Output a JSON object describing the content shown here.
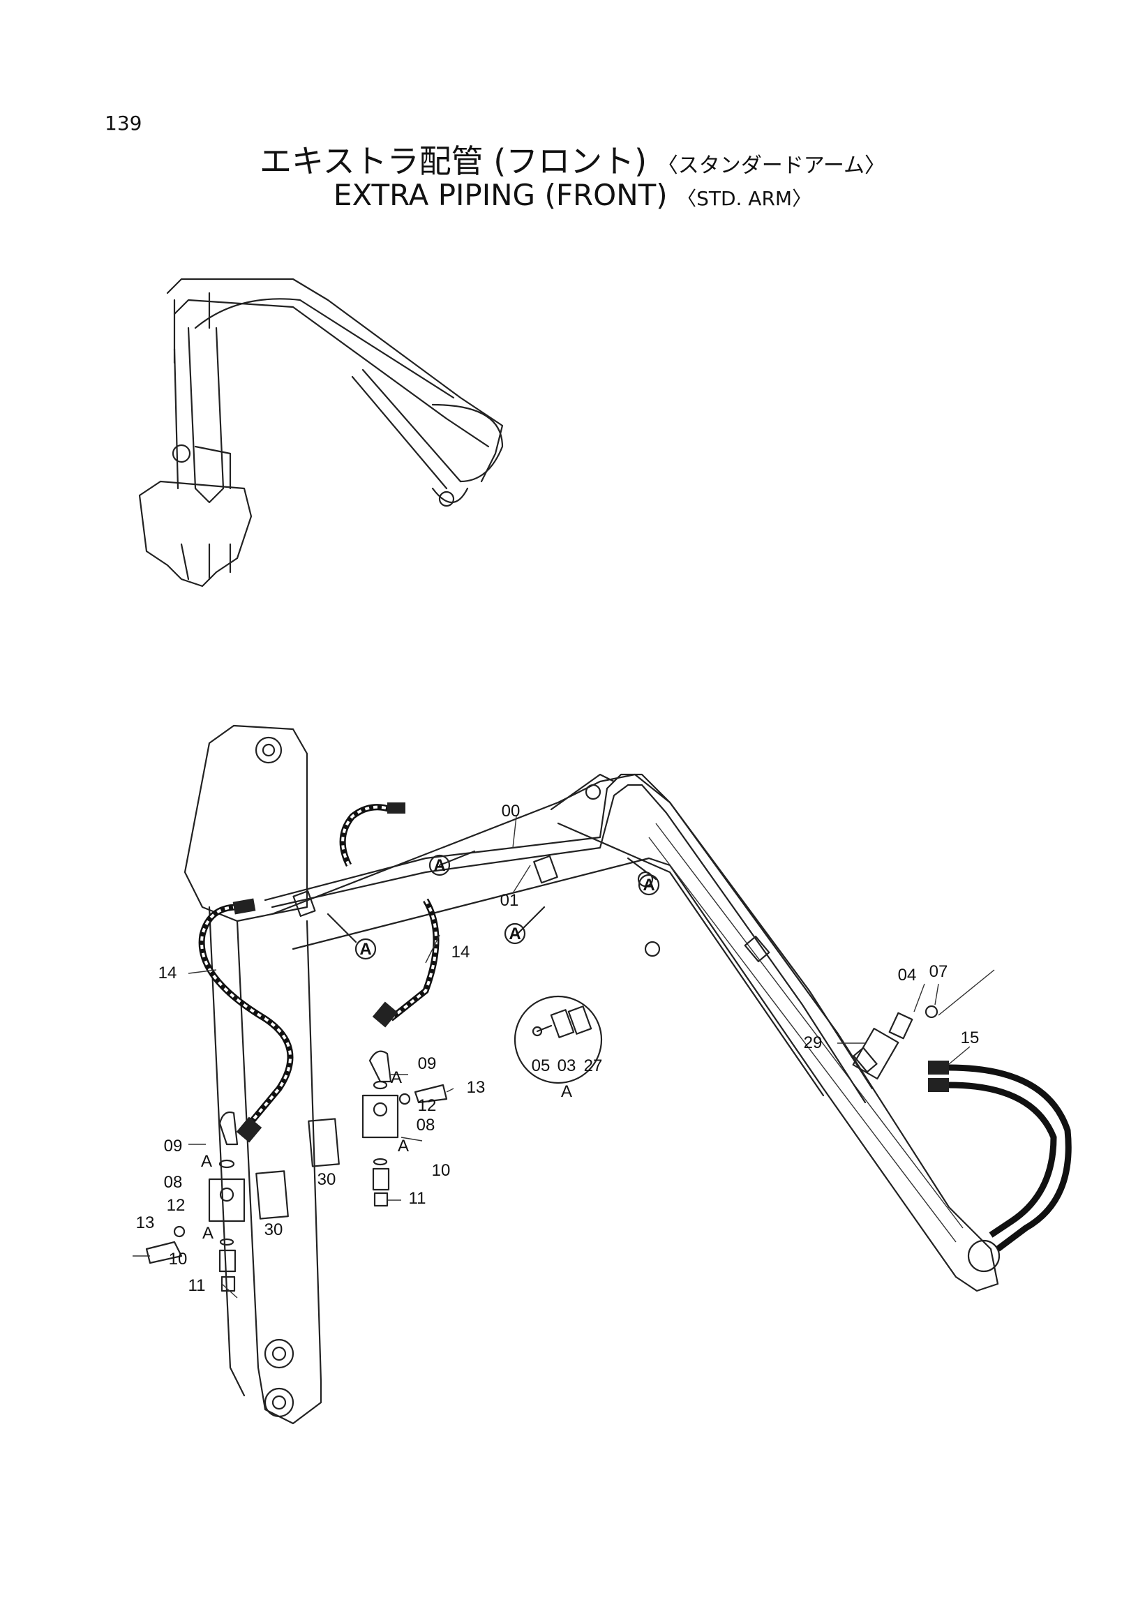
{
  "page_number": "139",
  "title_jp": "エキストラ配管 (フロント)",
  "title_jp_sub": "〈スタンダードアーム〉",
  "title_en": "EXTRA  PIPING (FRONT)",
  "title_en_sub": "〈STD. ARM〉",
  "callouts": {
    "c00": "00",
    "c01": "01",
    "c14a": "14",
    "c14b": "14",
    "c04": "04",
    "c07": "07",
    "c15": "15",
    "c29": "29",
    "c05": "05",
    "c03": "03",
    "c27": "27",
    "cAdetail": "A",
    "c09a": "09",
    "cA1": "A",
    "c13a": "13",
    "c12a": "12",
    "c08a": "08",
    "cA2": "A",
    "c10a": "10",
    "c11a": "11",
    "c30a": "30",
    "c30b": "30",
    "c09b": "09",
    "cA3": "A",
    "c08b": "08",
    "c12b": "12",
    "c13b": "13",
    "cA4": "A",
    "c10b": "10",
    "c11b": "11"
  },
  "circle_labels": {
    "ca1": "A",
    "ca2": "A",
    "ca3": "A",
    "ca4": "A"
  }
}
